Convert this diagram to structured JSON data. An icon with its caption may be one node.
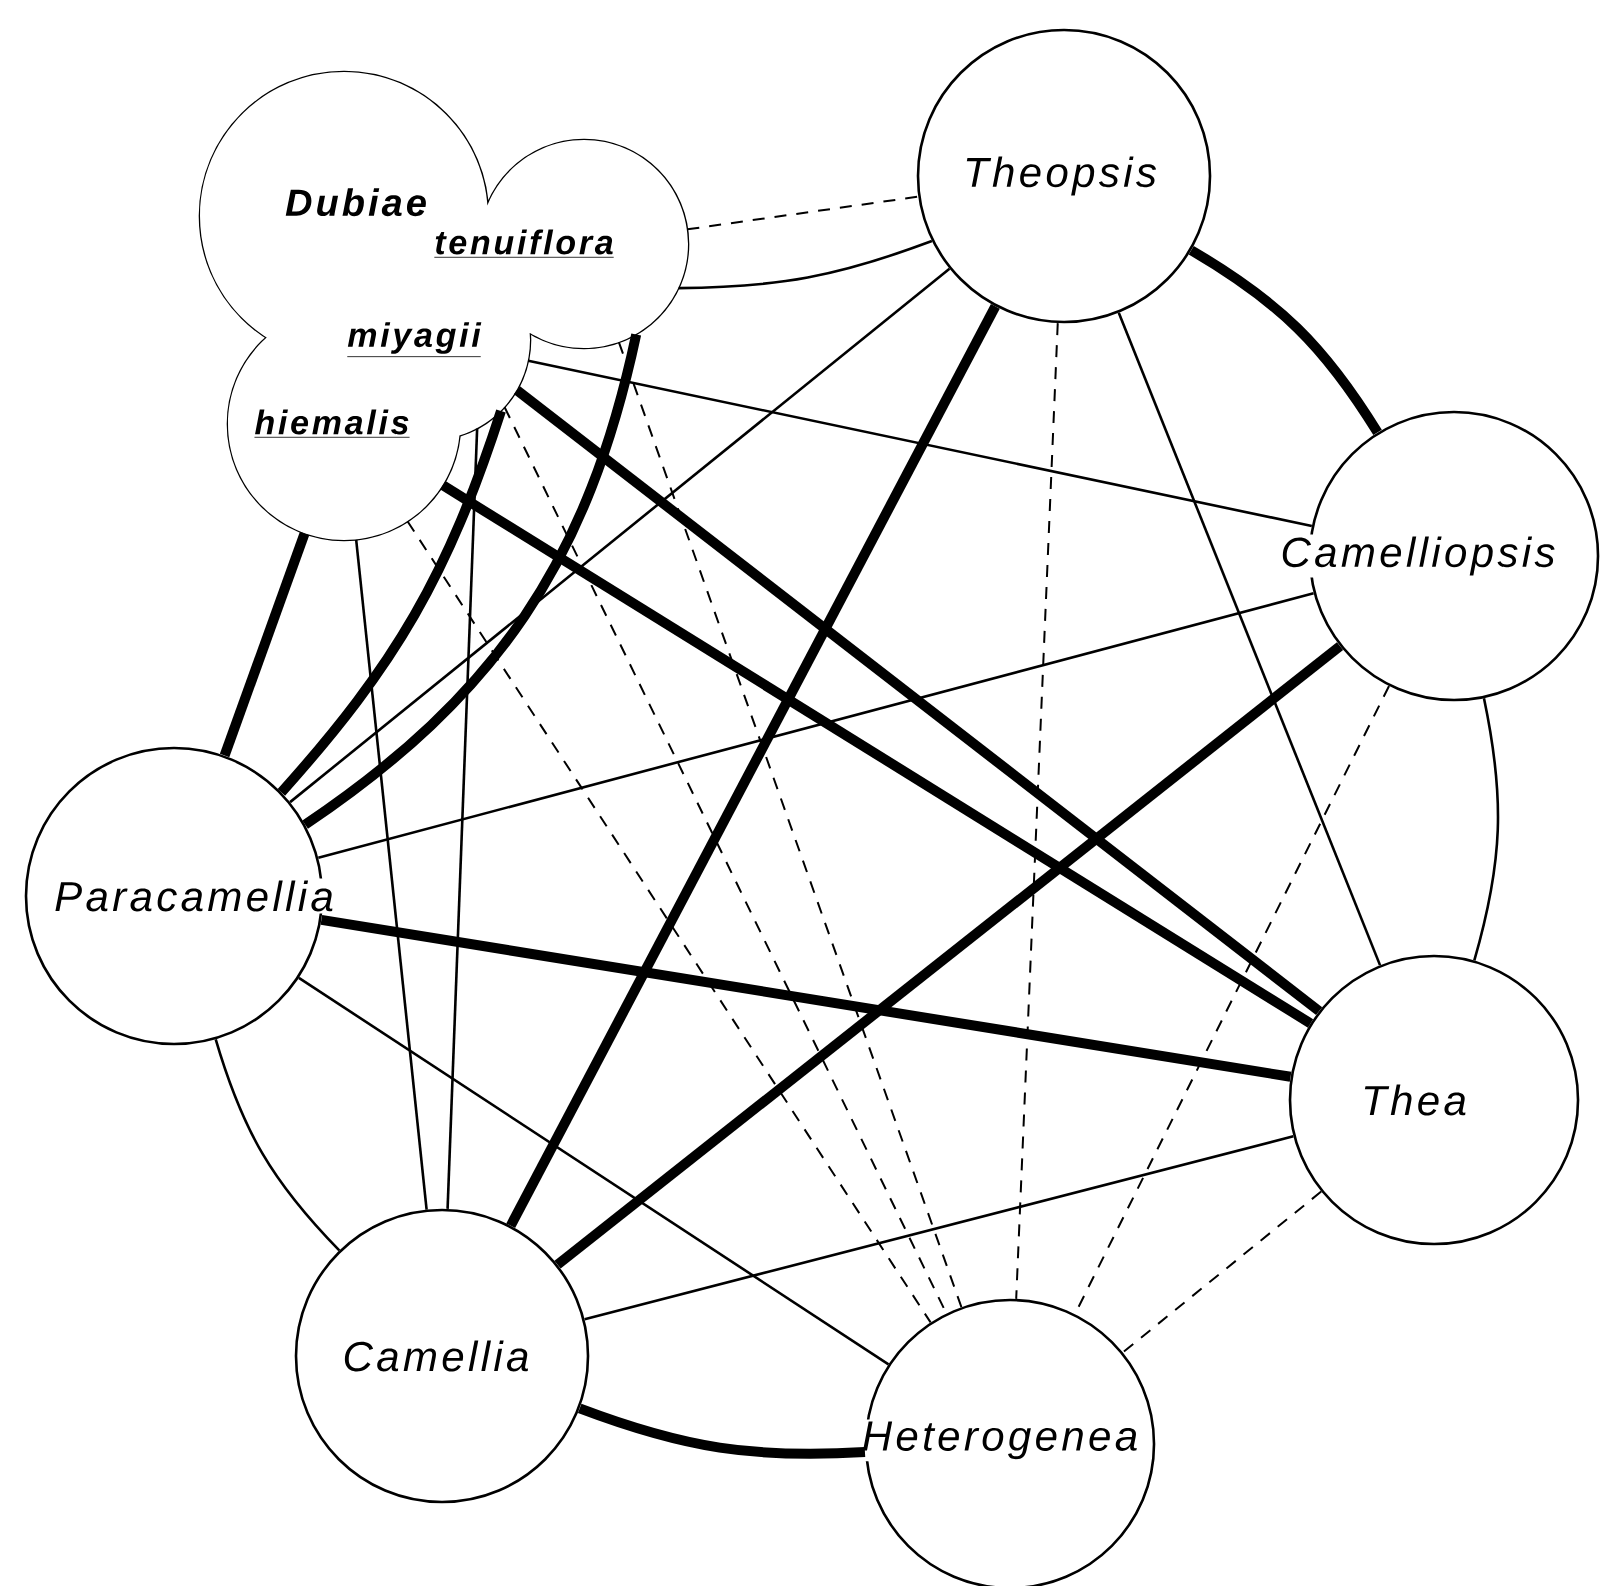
{
  "diagram": {
    "nodes": [
      {
        "text": [
          "Dubiae"
        ]
      },
      {
        "text": [
          "tenuiflora"
        ]
      },
      {
        "text": [
          "miyagii"
        ]
      },
      {
        "text": [
          "hiemalis"
        ]
      },
      {
        "text": [
          "Theopsis"
        ]
      },
      {
        "text": [
          "Camelliopsis"
        ]
      },
      {
        "text": [
          "Paracamellia"
        ]
      },
      {
        "text": [
          "Thea"
        ]
      },
      {
        "text": [
          "Camellia"
        ]
      },
      {
        "text": [
          "Heterogenea"
        ]
      }
    ],
    "edges": [
      {
        "from": 4,
        "to": 5,
        "arrow": "none",
        "style": "thick"
      },
      {
        "from": 5,
        "to": 7,
        "arrow": "none"
      },
      {
        "from": 7,
        "to": 9,
        "arrow": "none",
        "style": "dashed"
      },
      {
        "from": 9,
        "to": 8,
        "arrow": "none",
        "style": "thick"
      },
      {
        "from": 8,
        "to": 6,
        "arrow": "none"
      },
      {
        "from": 3,
        "to": 6,
        "arrow": "none",
        "style": "thick"
      },
      {
        "from": 1,
        "to": 6,
        "arrow": "none",
        "style": "thick"
      },
      {
        "from": 2,
        "to": 6,
        "arrow": "none",
        "style": "thick"
      },
      {
        "from": 1,
        "to": 4,
        "arrow": "none"
      },
      {
        "from": 1,
        "to": 4,
        "arrow": "none",
        "style": "dashed"
      },
      {
        "from": 2,
        "to": 5,
        "arrow": "none"
      },
      {
        "from": 2,
        "to": 7,
        "arrow": "none",
        "style": "thick"
      },
      {
        "from": 3,
        "to": 7,
        "arrow": "none",
        "style": "thick"
      },
      {
        "from": 2,
        "to": 8,
        "arrow": "none"
      },
      {
        "from": 3,
        "to": 8,
        "arrow": "none"
      },
      {
        "from": 4,
        "to": 6,
        "arrow": "none"
      },
      {
        "from": 5,
        "to": 6,
        "arrow": "none"
      },
      {
        "from": 6,
        "to": 7,
        "arrow": "none",
        "style": "thick"
      },
      {
        "from": 8,
        "to": 4,
        "arrow": "none",
        "style": "thick"
      },
      {
        "from": 8,
        "to": 5,
        "arrow": "none",
        "style": "thick"
      },
      {
        "from": 8,
        "to": 7,
        "arrow": "none"
      },
      {
        "from": 6,
        "to": 9,
        "arrow": "none"
      },
      {
        "from": 4,
        "to": 7,
        "arrow": "none"
      },
      {
        "from": 4,
        "to": 9,
        "arrow": "none",
        "style": "dashed"
      },
      {
        "from": 5,
        "to": 9,
        "arrow": "none",
        "style": "dashed"
      },
      {
        "from": 1,
        "to": 9,
        "arrow": "none",
        "style": "dashed"
      },
      {
        "from": 2,
        "to": 9,
        "arrow": "none",
        "style": "dashed"
      },
      {
        "from": 3,
        "to": 9,
        "arrow": "none",
        "style": "dashed"
      }
    ]
  }
}
